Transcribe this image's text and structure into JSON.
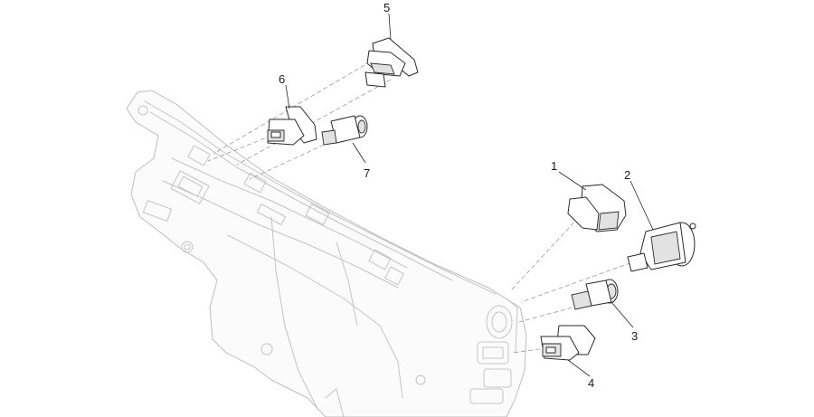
{
  "diagram": {
    "parts": [
      {
        "callout": "1",
        "icon": "switch-housing-icon"
      },
      {
        "callout": "2",
        "icon": "rocker-switch-icon"
      },
      {
        "callout": "3",
        "icon": "push-button-icon"
      },
      {
        "callout": "4",
        "icon": "toggle-switch-icon"
      },
      {
        "callout": "5",
        "icon": "flanged-switch-icon"
      },
      {
        "callout": "6",
        "icon": "switch-module-icon"
      },
      {
        "callout": "7",
        "icon": "round-button-icon"
      }
    ]
  }
}
